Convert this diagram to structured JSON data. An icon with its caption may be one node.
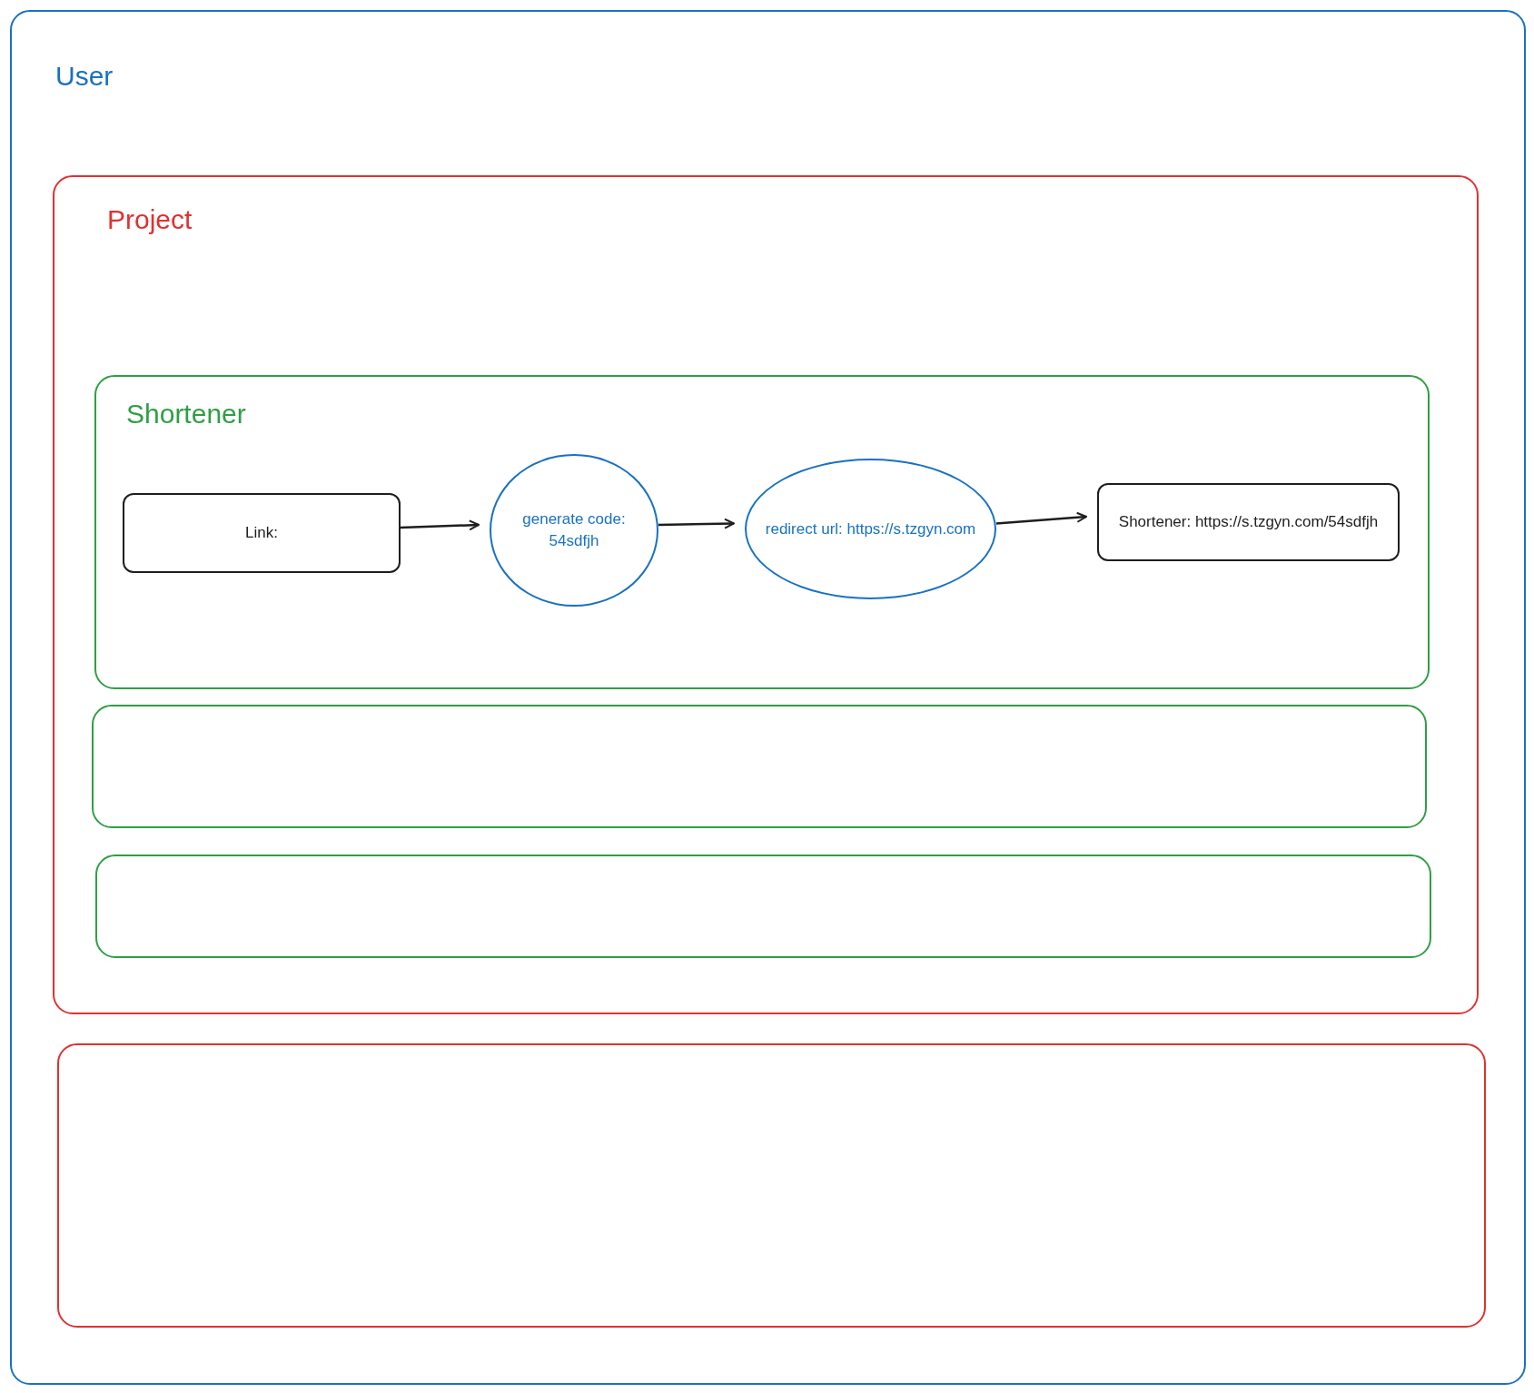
{
  "diagram": {
    "nodes": [
      {
        "text": [
          "User"
        ]
      },
      {
        "text": [
          "Project"
        ],
        "in": 0
      },
      {
        "text": [
          "Shortener"
        ],
        "in": 1
      },
      {
        "text": [
          "Link:"
        ],
        "in": 2
      },
      {
        "text": [
          "generate code: 54sdfjh"
        ],
        "in": 2
      },
      {
        "text": [
          "redirect url: https://s.tzgyn.com"
        ],
        "in": 2
      },
      {
        "text": [
          "Shortener: https://s.tzgyn.com/54sdfjh"
        ],
        "in": 2
      },
      {
        "text": [],
        "shape": "box",
        "in": 1
      },
      {
        "text": [],
        "shape": "box",
        "in": 1
      },
      {
        "text": [],
        "shape": "box",
        "in": 0
      }
    ],
    "edges": [
      {
        "from": 3,
        "to": 4,
        "arrow": "to"
      },
      {
        "from": 4,
        "to": 5,
        "arrow": "to"
      },
      {
        "from": 5,
        "to": 6,
        "arrow": "to"
      }
    ]
  }
}
